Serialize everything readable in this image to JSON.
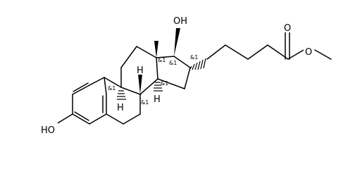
{
  "molecule": {
    "atom_labels": {
      "oh_17": "OH",
      "oh_3": "HO",
      "h_14": "H",
      "h_8": "H",
      "h_9": "H",
      "o_ester_carbonyl": "O",
      "o_ester_ether": "O"
    },
    "stereo_labels": {
      "c9": "&1",
      "c8": "&1",
      "c13": "&1",
      "c14": "&1",
      "c17": "&1",
      "c16": "&1"
    }
  }
}
